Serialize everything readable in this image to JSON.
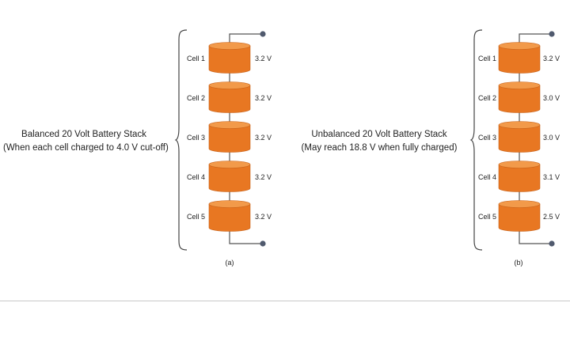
{
  "stacks": [
    {
      "title_line1": "Balanced 20 Volt Battery Stack",
      "title_line2": "(When each cell charged to 4.0 V cut-off)",
      "caption": "(a)",
      "cells": [
        {
          "label": "Cell 1",
          "voltage": "3.2 V"
        },
        {
          "label": "Cell 2",
          "voltage": "3.2 V"
        },
        {
          "label": "Cell 3",
          "voltage": "3.2 V"
        },
        {
          "label": "Cell 4",
          "voltage": "3.2 V"
        },
        {
          "label": "Cell 5",
          "voltage": "3.2 V"
        }
      ]
    },
    {
      "title_line1": "Unbalanced 20 Volt Battery Stack",
      "title_line2": "(May reach 18.8 V when fully charged)",
      "caption": "(b)",
      "cells": [
        {
          "label": "Cell 1",
          "voltage": "3.2 V"
        },
        {
          "label": "Cell 2",
          "voltage": "3.0 V"
        },
        {
          "label": "Cell 3",
          "voltage": "3.0 V"
        },
        {
          "label": "Cell 4",
          "voltage": "3.1 V"
        },
        {
          "label": "Cell 5",
          "voltage": "2.5 V"
        }
      ]
    }
  ],
  "colors": {
    "cell_fill": "#e87722",
    "cell_top": "#f29a4a",
    "cell_edge": "#c8621a",
    "wire": "#555555",
    "terminal": "#505a6e",
    "brace": "#444444"
  }
}
